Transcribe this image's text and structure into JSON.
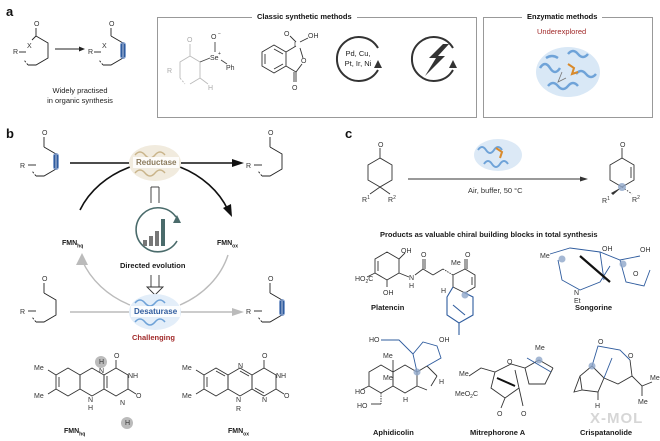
{
  "figure": {
    "panels": {
      "a": {
        "label": "a",
        "scheme_caption_line1": "Widely practised",
        "scheme_caption_line2": "in organic synthesis",
        "classic_box": {
          "title": "Classic synthetic methods",
          "reagents": {
            "selenoxide": {
              "atoms": [
                "O",
                "O−",
                "Se+",
                "Ph",
                "R",
                "H"
              ]
            },
            "ibx": {
              "atoms": [
                "O",
                "OH",
                "I",
                "O",
                "O"
              ]
            },
            "metal_catalysis": {
              "line1": "Pd, Cu,",
              "line2": "Pt, Ir, Ni",
              "icon": "catalytic-cycle-icon"
            },
            "electrochemistry": {
              "icon": "lightning-bolt-icon"
            }
          }
        },
        "enzymatic_box": {
          "title": "Enzymatic methods",
          "subtitle": "Underexplored",
          "icon": "enzyme-structure-icon"
        },
        "substrate_atoms": [
          "O",
          "X",
          "R"
        ]
      },
      "b": {
        "label": "b",
        "top_enzyme": "Reductase",
        "bottom_enzyme": "Desaturase",
        "center_label": "Directed evolution",
        "bottom_note": "Challenging",
        "cofactor_left": {
          "main": "FMN",
          "sub": "hq"
        },
        "cofactor_right": {
          "main": "FMN",
          "sub": "ox"
        },
        "structures": [
          {
            "name_main": "FMN",
            "name_sub": "hq",
            "substituents": [
              "Me",
              "Me",
              "H",
              "H",
              "NH",
              "N",
              "O",
              "O",
              "N",
              "H"
            ]
          },
          {
            "name_main": "FMN",
            "name_sub": "ox",
            "substituents": [
              "Me",
              "Me",
              "N",
              "NH",
              "O",
              "O",
              "N",
              "N",
              "R"
            ]
          }
        ]
      },
      "c": {
        "label": "c",
        "conditions": "Air, buffer, 50 °C",
        "substrate_atoms": [
          "O",
          "R1",
          "R2"
        ],
        "product_atoms": [
          "O",
          "R1",
          "R2"
        ],
        "section_title": "Products as valuable chiral building blocks in total synthesis",
        "natural_products": [
          {
            "name": "Platencin",
            "groups": [
              "OH",
              "HO2C",
              "OH",
              "N",
              "H",
              "O",
              "Me",
              "O",
              "H"
            ]
          },
          {
            "name": "Songorine",
            "groups": [
              "OH",
              "OH",
              "Me",
              "N",
              "Et",
              "O"
            ]
          },
          {
            "name": "Aphidicolin",
            "groups": [
              "HO",
              "OH",
              "Me",
              "Me",
              "HO",
              "HO",
              "H",
              "H"
            ]
          },
          {
            "name": "Mitrephorone A",
            "groups": [
              "Me",
              "Me",
              "O",
              "MeO2C",
              "O",
              "O"
            ]
          },
          {
            "name": "Crispatanolide",
            "groups": [
              "O",
              "O",
              "Me",
              "Me",
              "H"
            ]
          }
        ]
      }
    },
    "watermark": "X-MOL",
    "colors": {
      "highlight_blue": "#2f5c9e",
      "highlight_fill": "#6f8fc4",
      "accent_red": "#a12a2a",
      "teal_evolution": "#4a6b6b",
      "enzyme_blue": "#6fa3d8",
      "enzyme_orange": "#d98a2b",
      "reductase_tan": "#c9b48a",
      "faded_gray": "#bbbbbb"
    }
  }
}
